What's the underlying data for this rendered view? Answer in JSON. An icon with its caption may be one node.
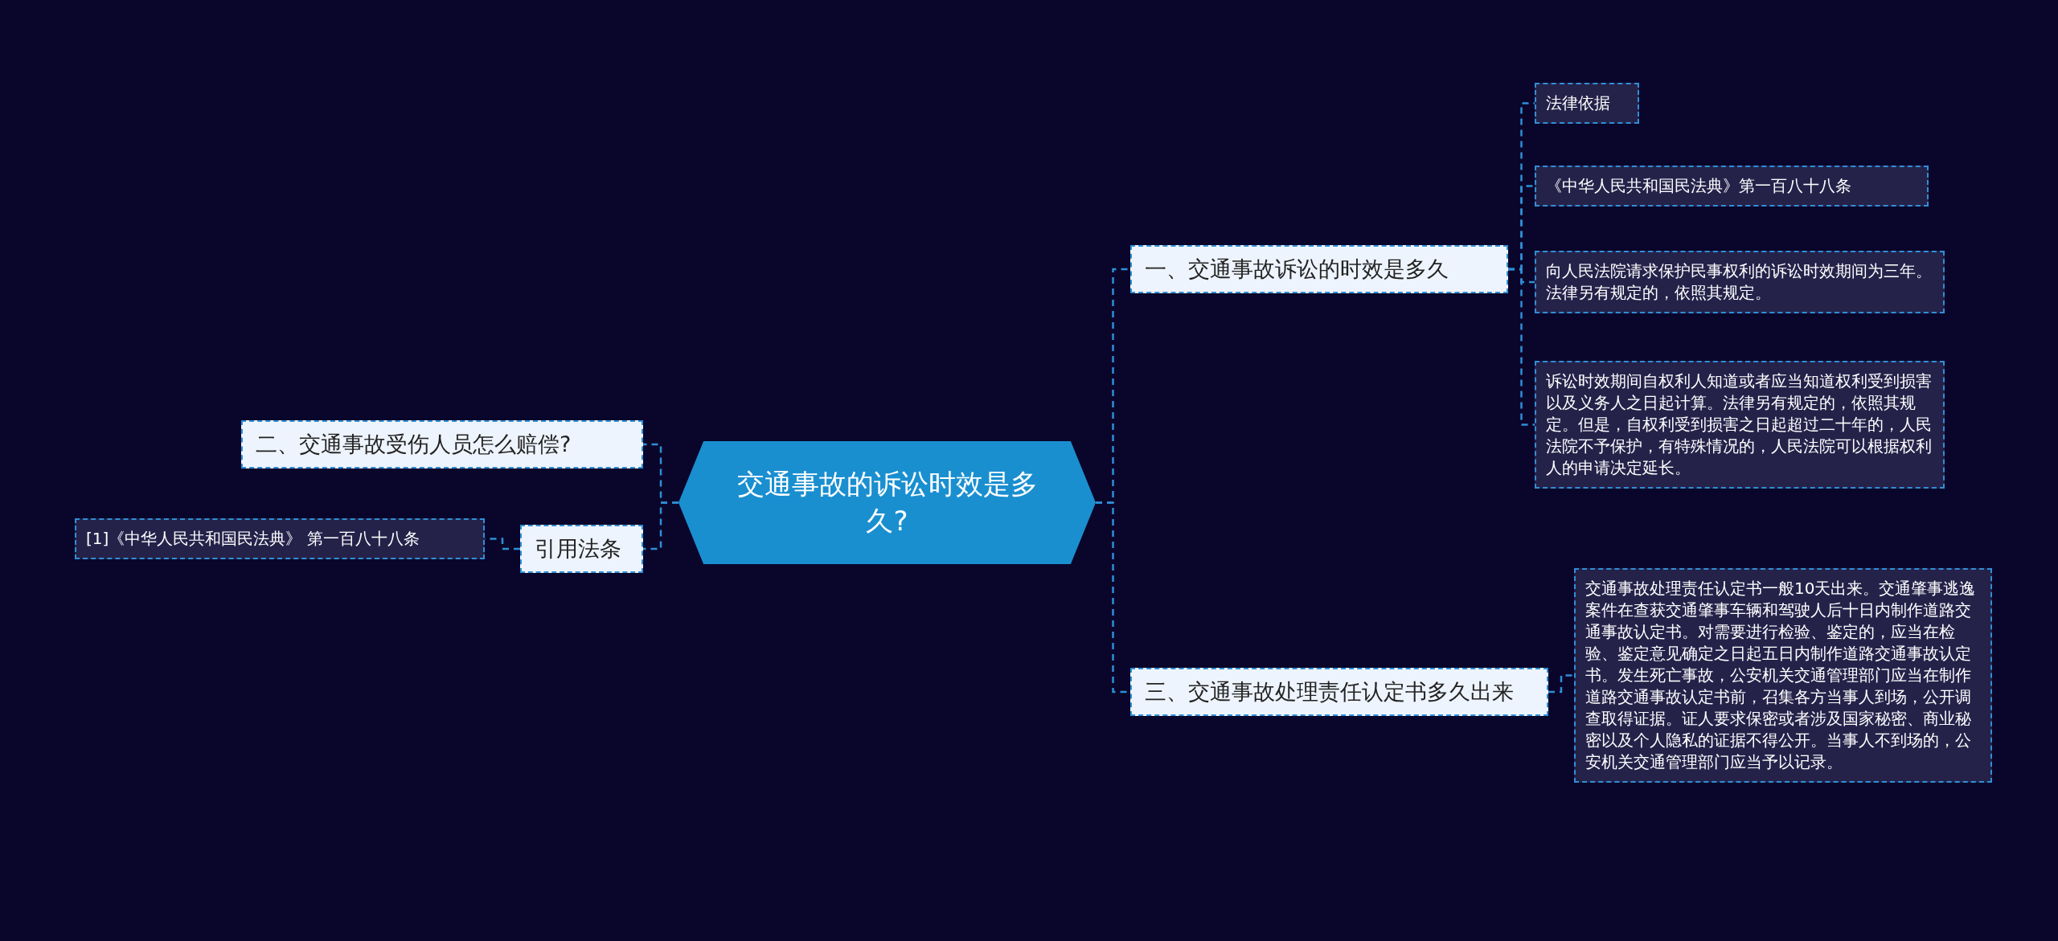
{
  "diagram": {
    "nodes": [
      {
        "text": [
          "交通事故的诉讼时效是多久?"
        ]
      },
      {
        "text": [
          "一、交通事故诉讼的时效是多久"
        ]
      },
      {
        "text": [
          "法律依据"
        ]
      },
      {
        "text": [
          "《中华人民共和国民法典》第一百八十八条"
        ]
      },
      {
        "text": [
          "向人民法院请求保护民事权利的诉讼时效期间为三年。法律另有规定的，依照其规定。"
        ]
      },
      {
        "text": [
          "诉讼时效期间自权利人知道或者应当知道权利受到损害以及义务人之日起计算。法律另有规定的，依照其规定。但是，自权利受到损害之日起超过二十年的，人民法院不予保护，有特殊情况的，人民法院可以根据权利人的申请决定延长。"
        ]
      },
      {
        "text": [
          "三、交通事故处理责任认定书多久出来"
        ]
      },
      {
        "text": [
          "交通事故处理责任认定书一般10天出来。交通肇事逃逸案件在查获交通肇事车辆和驾驶人后十日内制作道路交通事故认定书。对需要进行检验、鉴定的，应当在检验、鉴定意见确定之日起五日内制作道路交通事故认定书。发生死亡事故，公安机关交通管理部门应当在制作道路交通事故认定书前，召集各方当事人到场，公开调查取得证据。证人要求保密或者涉及国家秘密、商业秘密以及个人隐私的证据不得公开。当事人不到场的，公安机关交通管理部门应当予以记录。"
        ]
      },
      {
        "text": [
          "二、交通事故受伤人员怎么赔偿?"
        ]
      },
      {
        "text": [
          "引用法条"
        ]
      },
      {
        "text": [
          "[1]《中华人民共和国民法典》 第一百八十八条"
        ]
      }
    ],
    "edges": [
      {
        "from": 0,
        "to": 1,
        "arrow": "none"
      },
      {
        "from": 0,
        "to": 6,
        "arrow": "none"
      },
      {
        "from": 0,
        "to": 8,
        "arrow": "none"
      },
      {
        "from": 0,
        "to": 9,
        "arrow": "none"
      },
      {
        "from": 1,
        "to": 2,
        "arrow": "none"
      },
      {
        "from": 1,
        "to": 3,
        "arrow": "none"
      },
      {
        "from": 1,
        "to": 4,
        "arrow": "none"
      },
      {
        "from": 1,
        "to": 5,
        "arrow": "none"
      },
      {
        "from": 6,
        "to": 7,
        "arrow": "none"
      },
      {
        "from": 9,
        "to": 10,
        "arrow": "none"
      }
    ]
  }
}
